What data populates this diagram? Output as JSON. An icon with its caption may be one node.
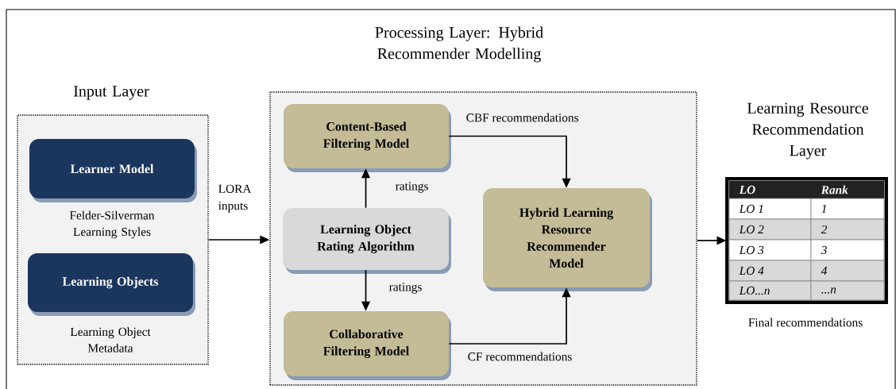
{
  "diagram": {
    "nodes": [
      {
        "text": [
          "Input Layer"
        ]
      },
      {
        "text": [
          "Learner Model"
        ],
        "in": 0,
        "beside": [
          "Felder-Silverman Learning Styles"
        ]
      },
      {
        "text": [
          "Learning Objects"
        ],
        "in": 0,
        "beside": [
          "Learning Object Metadata"
        ]
      },
      {
        "text": [
          "Processing Layer: Hybrid Recommender Modelling"
        ]
      },
      {
        "text": [
          "Content-Based Filtering Model"
        ],
        "in": 3
      },
      {
        "text": [
          "Learning Object Rating Algorithm"
        ],
        "in": 3
      },
      {
        "text": [
          "Collaborative Filtering Model"
        ],
        "in": 3
      },
      {
        "text": [
          "Hybrid Learning Resource Recommender Model"
        ],
        "in": 3
      },
      {
        "text": [
          "Learning Resource Recommendation Layer"
        ],
        "beside": [
          "Final recommendations"
        ]
      }
    ],
    "edges": [
      {
        "from": 0,
        "to": 3,
        "arrow": "to",
        "label": "LORA inputs"
      },
      {
        "from": 5,
        "to": 4,
        "arrow": "to",
        "label": "ratings"
      },
      {
        "from": 5,
        "to": 6,
        "arrow": "to",
        "label": "ratings"
      },
      {
        "from": 4,
        "to": 7,
        "arrow": "to",
        "label": "CBF recommendations"
      },
      {
        "from": 6,
        "to": 7,
        "arrow": "to",
        "label": "CF recommendations"
      },
      {
        "from": 3,
        "to": 8,
        "arrow": "to"
      }
    ],
    "labels": [
      "LO",
      "Rank",
      "LO 1",
      "1",
      "LO 2",
      "2",
      "LO 3",
      "3",
      "LO 4",
      "4",
      "LO...n",
      "...n"
    ]
  }
}
